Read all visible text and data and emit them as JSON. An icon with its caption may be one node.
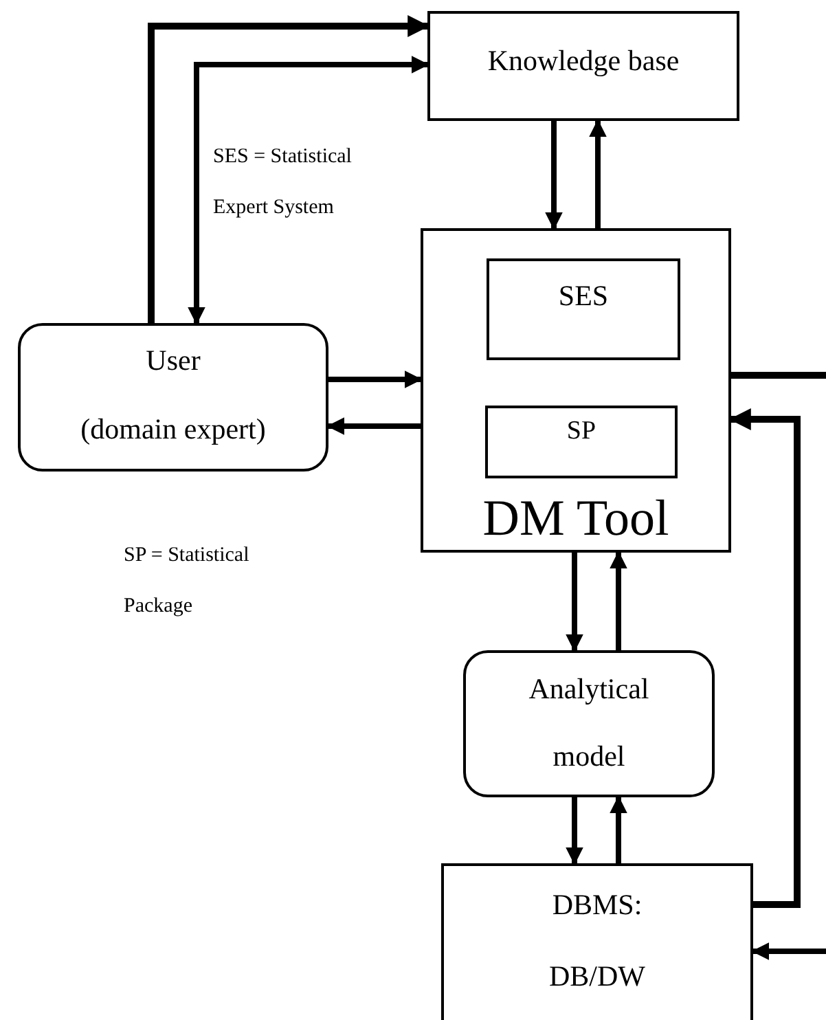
{
  "diagram": {
    "nodes": [
      {
        "text": [
          "Knowledge base"
        ]
      },
      {
        "text": [
          "DM Tool"
        ]
      },
      {
        "text": [
          "SES"
        ],
        "in": 1
      },
      {
        "text": [
          "SP"
        ],
        "in": 1
      },
      {
        "text": [
          "User",
          "(domain expert)"
        ]
      },
      {
        "text": [
          "Analytical model"
        ]
      },
      {
        "text": [
          "DBMS: DB/DW"
        ]
      }
    ],
    "edges": [
      {
        "from": 4,
        "to": 0,
        "arrow": "to"
      },
      {
        "from": 4,
        "to": 0,
        "arrow": "both"
      },
      {
        "from": 0,
        "to": 1,
        "arrow": "to"
      },
      {
        "from": 1,
        "to": 0,
        "arrow": "to"
      },
      {
        "from": 4,
        "to": 1,
        "arrow": "to"
      },
      {
        "from": 1,
        "to": 4,
        "arrow": "to"
      },
      {
        "from": 1,
        "to": 5,
        "arrow": "to"
      },
      {
        "from": 5,
        "to": 1,
        "arrow": "to"
      },
      {
        "from": 5,
        "to": 6,
        "arrow": "to"
      },
      {
        "from": 6,
        "to": 5,
        "arrow": "to"
      },
      {
        "from": 6,
        "to": 1,
        "arrow": "to"
      },
      {
        "from": 1,
        "to": null,
        "arrow": "none"
      },
      {
        "from": null,
        "to": 6,
        "arrow": "to"
      }
    ],
    "labels": [
      "SES = Statistical Expert System",
      "SP = Statistical Package"
    ]
  }
}
